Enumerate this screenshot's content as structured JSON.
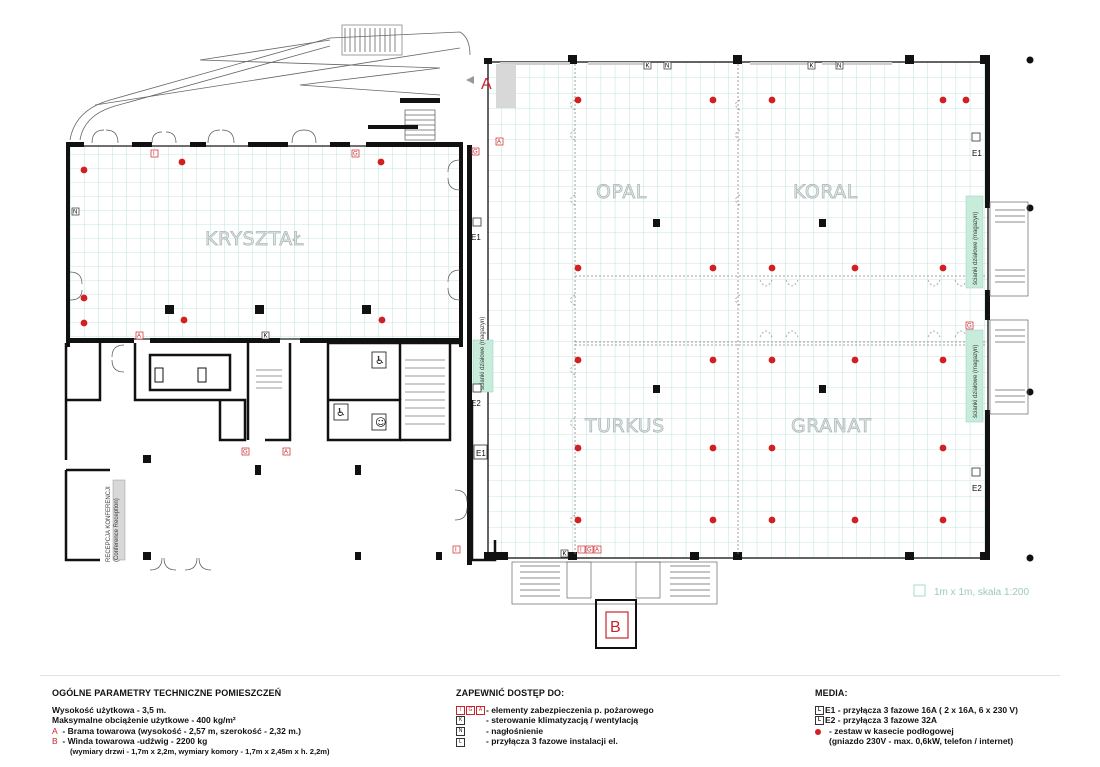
{
  "rooms": {
    "krysztal": "KRYSZTAŁ",
    "opal": "OPAL",
    "koral": "KORAL",
    "turkus": "TURKUS",
    "granat": "GRANAT"
  },
  "labels": {
    "gate_a": "A",
    "elevator_b": "B",
    "e1": "E1",
    "e2": "E2",
    "partition_left": "ścianki działowe (magazyn)",
    "partition_right_top": "ścianki działowe (magazyn)",
    "partition_right_bottom": "ścianki działowe (magazyn)",
    "reception": "RECEPCJA KONFERENCJI",
    "reception_en": "(Conference Reception)",
    "scale": "1m x 1m, skala 1:200",
    "sym_k": "K",
    "sym_n": "N",
    "sym_i": "I",
    "sym_g": "G",
    "sym_a": "A"
  },
  "legend_general": {
    "title": "OGÓLNE PARAMETRY TECHNICZNE POMIESZCZEŃ",
    "height": "Wysokość użytkowa  - 3,5 m.",
    "max_load": "Maksymalne obciążenie użytkowe  - 400 kg/m²",
    "a_letter": "A",
    "a_text": "- Brama towarowa (wysokość - 2,57 m, szerokość - 2,32 m.)",
    "b_letter": "B",
    "b_text": "- Winda towarowa -udźwig - 2200 kg",
    "b_detail": "(wymiary drzwi - 1,7m x 2,2m, wymiary komory - 1,7m x 2,45m x h. 2,2m)"
  },
  "legend_access": {
    "title": "ZAPEWNIĆ DOSTĘP DO:",
    "items": [
      {
        "symbols": "I G A",
        "text": "- elementy zabezpieczenia p. pożarowego"
      },
      {
        "symbols": "K",
        "text": "- sterowanie klimatyzacją / wentylacją"
      },
      {
        "symbols": "N",
        "text": "- nagłośnienie"
      },
      {
        "symbols": "L",
        "text": "- przyłącza 3 fazowe instalacji el."
      }
    ]
  },
  "legend_media": {
    "title": "MEDIA:",
    "e1": "E1 - przyłącza 3 fazowe 16A ( 2 x 16A, 6 x 230 V)",
    "e2": "E2 - przyłącza 3 fazowe 32A",
    "floor_box": "- zestaw w kasecie podłogowej",
    "floor_box_detail": "(gniazdo 230V - max. 0,6kW, telefon / internet)"
  },
  "colors": {
    "grid": "#8fd2c2",
    "wall": "#111111",
    "outlet": "#d21f23",
    "partition": "#c7ecd9",
    "accent_red": "#c8252a"
  }
}
